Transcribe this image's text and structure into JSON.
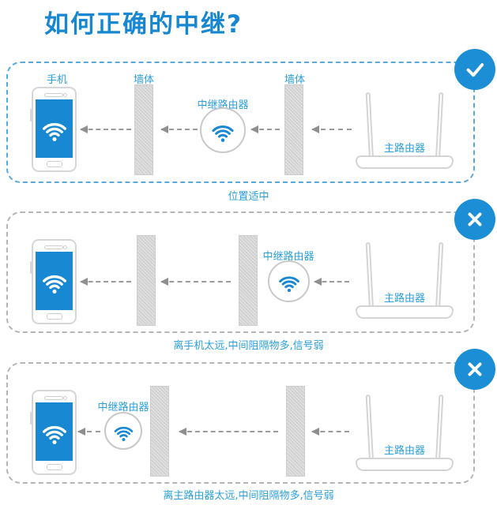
{
  "title": "如何正确的中继?",
  "colors": {
    "title_blue": "#1787d1",
    "label_blue": "#2b9fd9",
    "badge_blue": "#1b8ed6",
    "phone_screen_blue": "#1788d1",
    "correct_panel_border": "#58aade",
    "incorrect_panel_border": "#b5b5b5"
  },
  "icons": {
    "result_correct": "check-icon",
    "result_incorrect": "cross-icon",
    "signal": "wifi-icon"
  },
  "panels": [
    {
      "result": "correct",
      "caption": "位置适中",
      "phone_label": "手机",
      "wall1_label": "墙体",
      "wall2_label": "墙体",
      "relay_label": "中继路由器",
      "router_label": "主路由器"
    },
    {
      "result": "incorrect",
      "caption": "离手机太远,中间阻隔物多,信号弱",
      "relay_label": "中继路由器",
      "router_label": "主路由器"
    },
    {
      "result": "incorrect",
      "caption": "离主路由器太远,中间阻隔物多,信号弱",
      "relay_label": "中继路由器",
      "router_label": "主路由器"
    }
  ]
}
